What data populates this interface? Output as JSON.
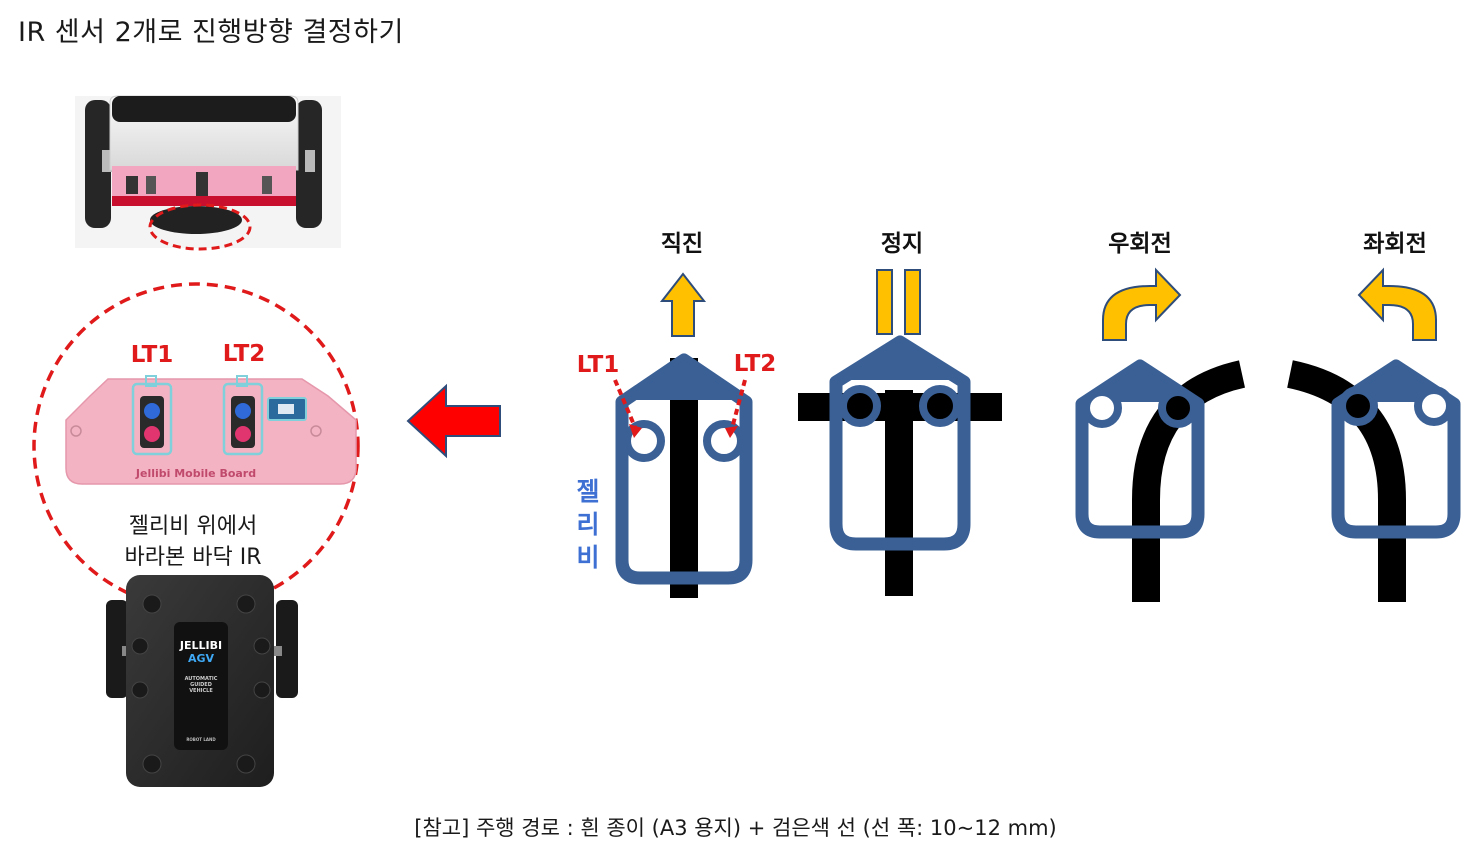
{
  "title": "IR 센서 2개로 진행방향 결정하기",
  "footer": "[참고] 주행 경로 :  흰 종이 (A3 용지)   +   검은색 선 (선 폭: 10~12 mm)",
  "sensors": {
    "left": "LT1",
    "right": "LT2"
  },
  "caption": {
    "line1": "젤리비 위에서",
    "line2": "바라본 바닥 IR"
  },
  "robot_name": {
    "c1": "젤",
    "c2": "리",
    "c3": "비"
  },
  "board_label": "Jellibi Mobile Board",
  "agv": {
    "brand": "JELLIBI",
    "model": "AGV",
    "sub1": "AUTOMATIC",
    "sub2": "GUIDED",
    "sub3": "VEHICLE",
    "maker": "ROBOT LAND"
  },
  "directions": [
    {
      "label": "직진"
    },
    {
      "label": "정지"
    },
    {
      "label": "우회전"
    },
    {
      "label": "좌회전"
    }
  ],
  "colors": {
    "robot_blue": "#3a6096",
    "arrow_yellow": "#ffc000",
    "arrow_outline": "#2f4d7a",
    "line_black": "#000000",
    "highlight_red": "#e01a1a",
    "board_pink": "#f4b3c2"
  }
}
